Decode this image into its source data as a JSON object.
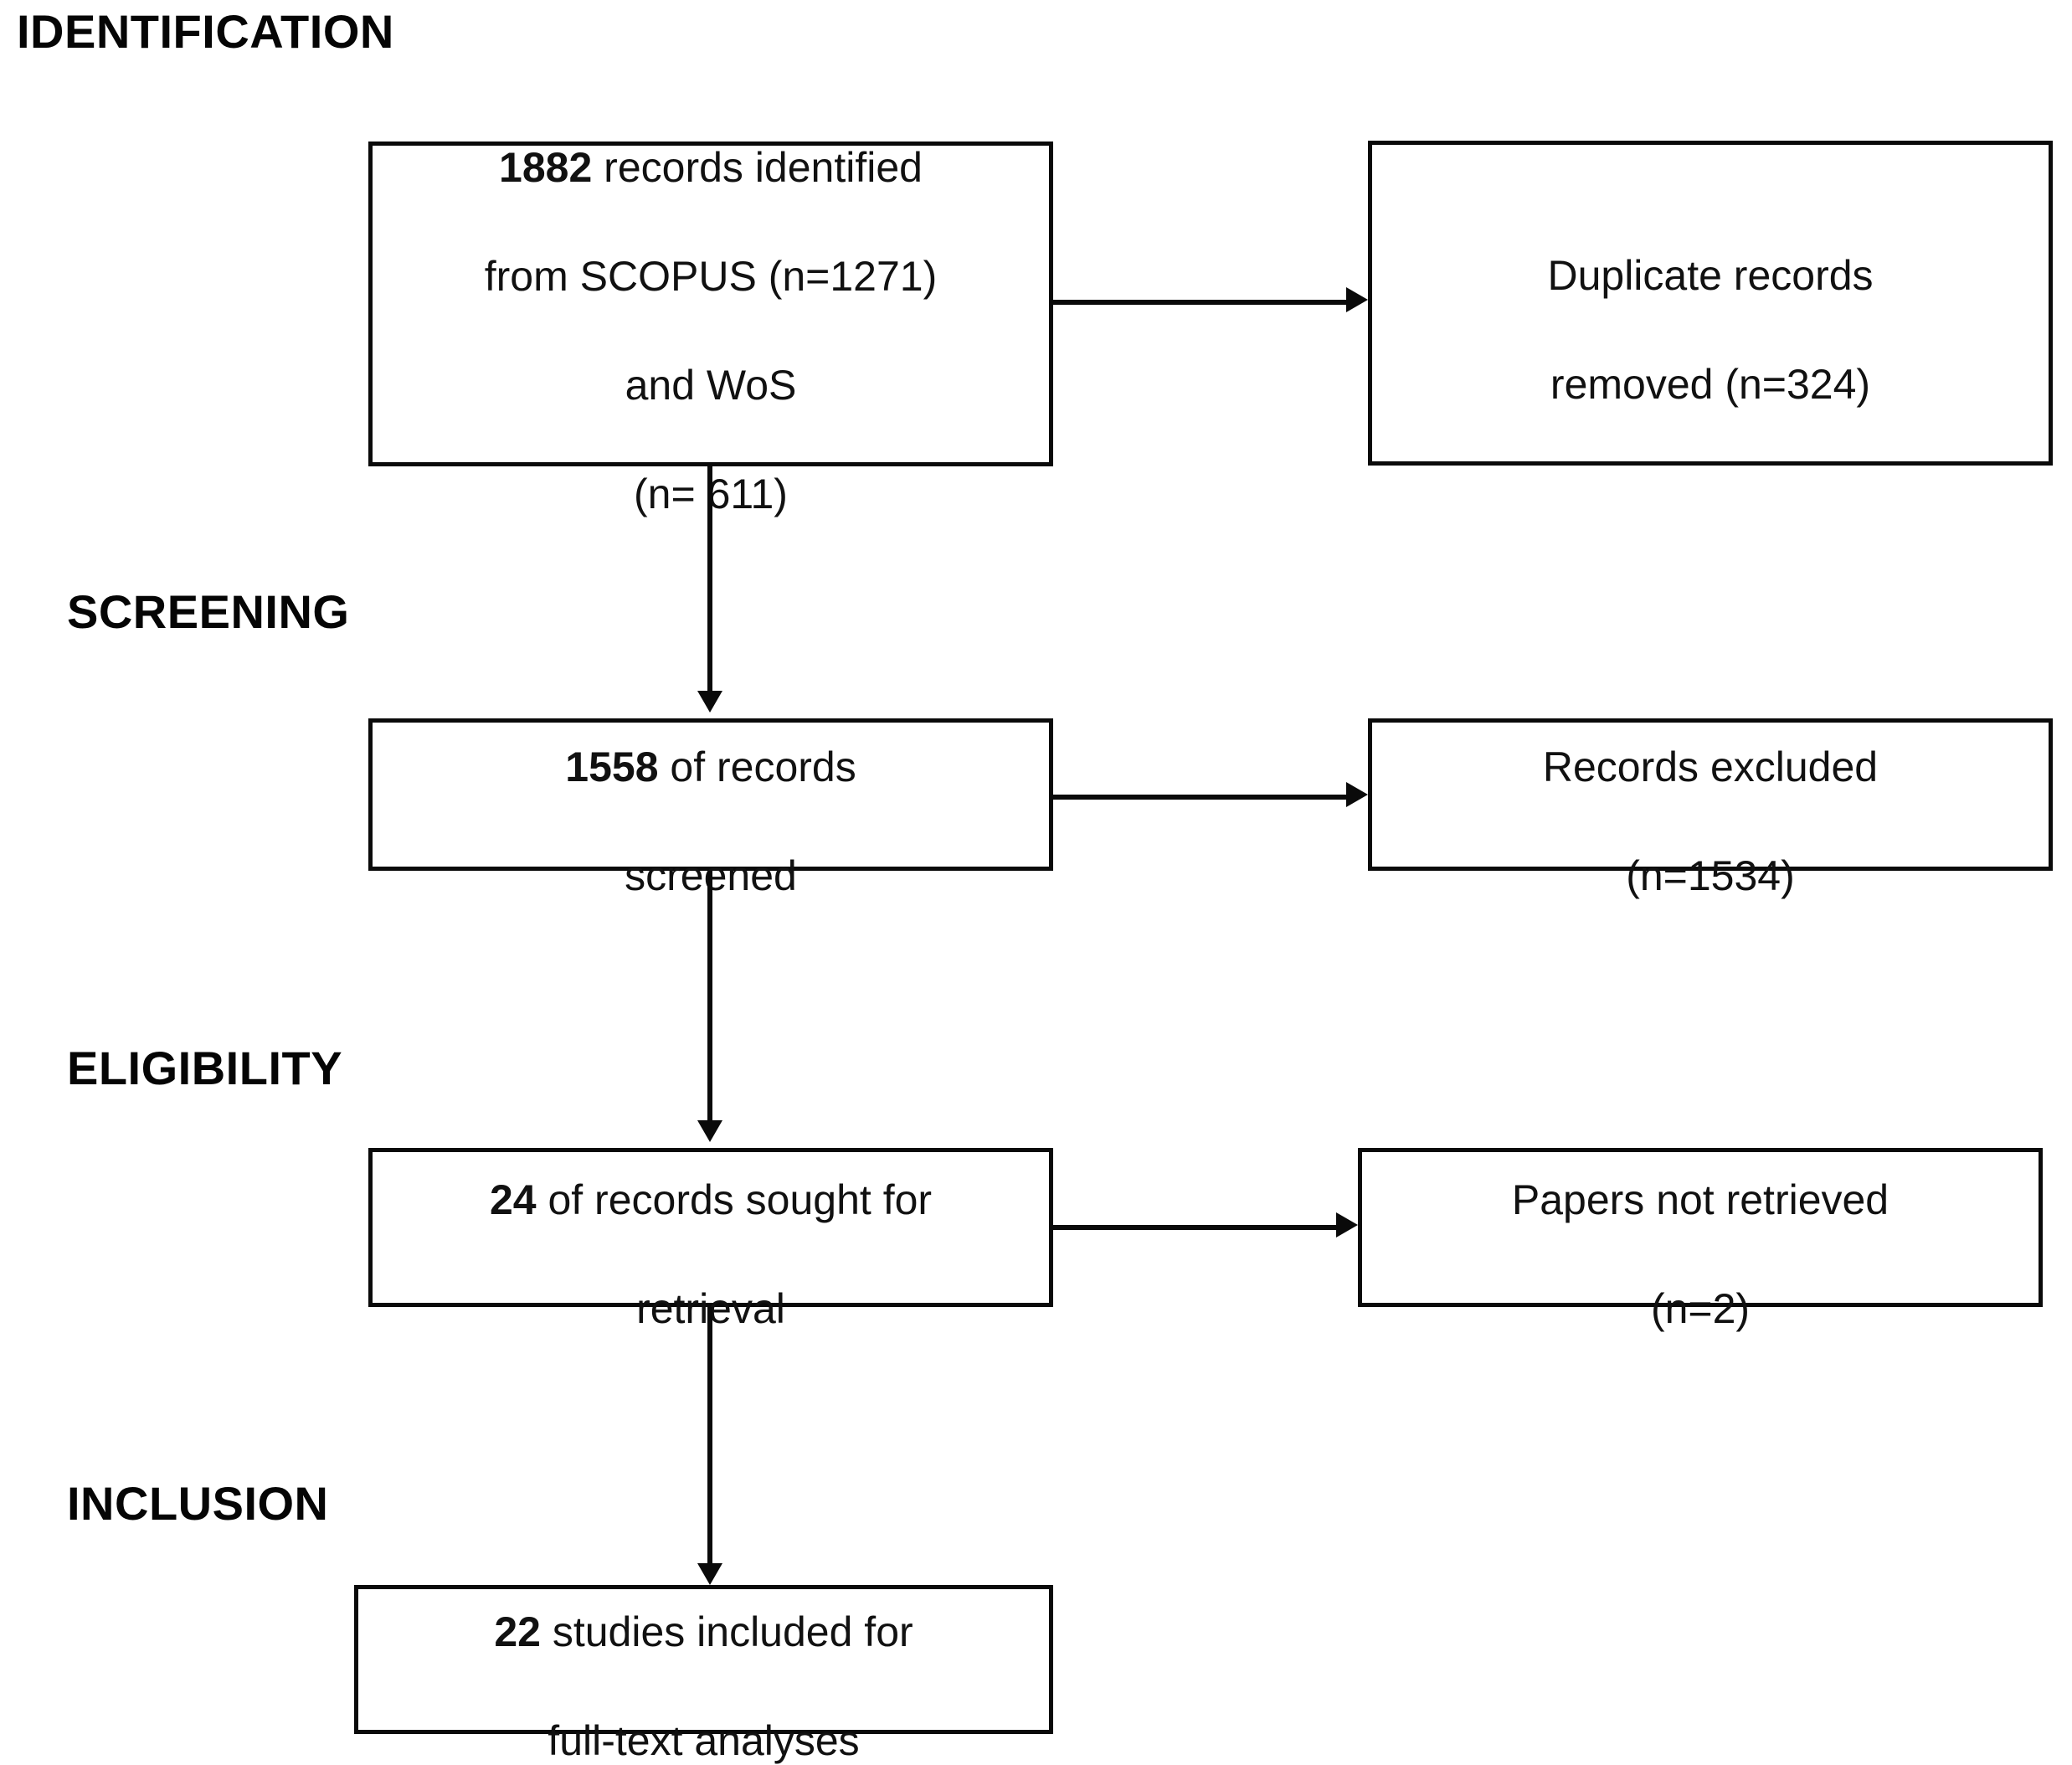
{
  "diagram": {
    "title": "PRISMA flow diagram",
    "type": "flowchart",
    "stages": [
      {
        "id": "identification",
        "label": "IDENTIFICATION"
      },
      {
        "id": "screening",
        "label": "SCREENING"
      },
      {
        "id": "eligibility",
        "label": "ELIGIBILITY"
      },
      {
        "id": "inclusion",
        "label": "INCLUSION"
      }
    ],
    "boxes": {
      "identified": {
        "bold_value": "1882",
        "text": "1882 records identified\nfrom SCOPUS (n=1271)\nand WoS\n(n= 611)",
        "line1_rest": " records identified",
        "line2": "from SCOPUS (n=1271)",
        "line3": "and WoS",
        "line4": "(n= 611)"
      },
      "duplicates_removed": {
        "text": "Duplicate records\nremoved (n=324)",
        "line1": "Duplicate records",
        "line2": "removed (n=324)"
      },
      "screened": {
        "bold_value": "1558",
        "text": "1558 of records\nscreened",
        "line1_rest": " of records",
        "line2": "screened"
      },
      "records_excluded": {
        "text": "Records excluded\n(n=1534)",
        "line1": "Records excluded",
        "line2": "(n=1534)"
      },
      "sought_for_retrieval": {
        "bold_value": "24",
        "text": "24 of records sought for\nretrieval",
        "line1_rest": " of records sought for",
        "line2": "retrieval"
      },
      "papers_not_retrieved": {
        "text": "Papers not retrieved\n(n=2)",
        "line1": "Papers not retrieved",
        "line2": "(n=2)"
      },
      "included": {
        "bold_value": "22",
        "text": "22 studies included for\nfull-text analyses",
        "line1_rest": " studies included for",
        "line2": "full-text analyses"
      }
    },
    "counts": {
      "records_identified_total": 1882,
      "scopus": 1271,
      "wos": 611,
      "duplicates_removed": 324,
      "records_screened": 1558,
      "records_excluded": 1534,
      "records_sought_for_retrieval": 24,
      "papers_not_retrieved": 2,
      "studies_included": 22
    },
    "colors": {
      "stroke": "#0a0a0a",
      "text": "#111111",
      "background": "#ffffff"
    }
  }
}
